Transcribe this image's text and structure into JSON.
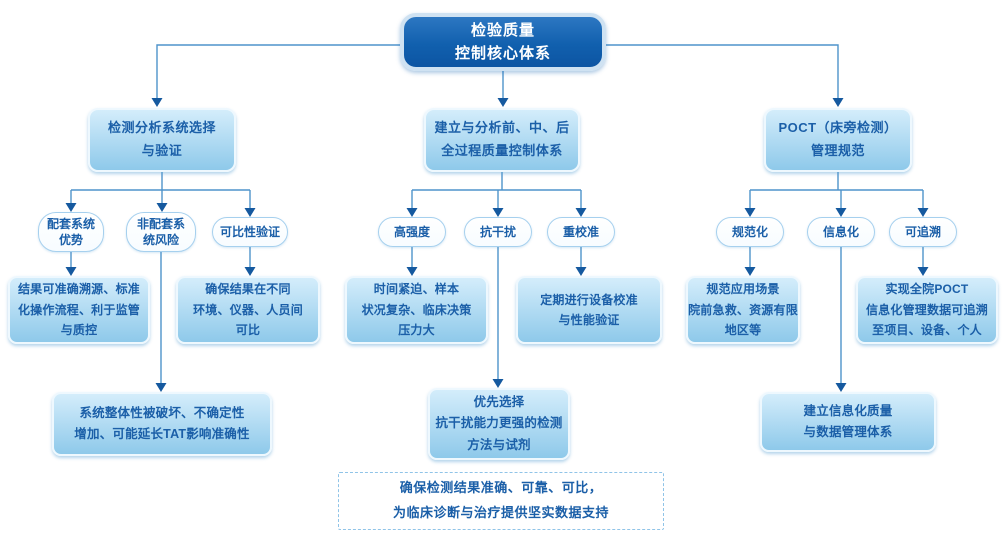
{
  "colors": {
    "root_fill": "#1160ae",
    "root_border": "#cfe2f2",
    "node_gradient_top": "#d4edfb",
    "node_gradient_bottom": "#8ec9ea",
    "node_text": "#1b5fa8",
    "pill_border": "#a6d0ee",
    "line": "#4e93cb",
    "arrow": "#15599f",
    "dashed_border": "#90c4e8"
  },
  "root": {
    "title": "检验质量\n控制核心体系"
  },
  "branches": [
    {
      "header": "检测分析系统选择\n与验证",
      "pills": [
        "配套系统\n优势",
        "非配套系\n统风险",
        "可比性验证"
      ],
      "details": [
        "结果可准确溯源、标准\n化操作流程、利于监管\n与质控",
        "确保结果在不同\n环境、仪器、人员间\n可比"
      ],
      "conclusion": "系统整体性被破坏、不确定性\n增加、可能延长TAT影响准确性"
    },
    {
      "header": "建立与分析前、中、后\n全过程质量控制体系",
      "pills": [
        "高强度",
        "抗干扰",
        "重校准"
      ],
      "details": [
        "时间紧迫、样本\n状况复杂、临床决策\n压力大",
        "定期进行设备校准\n与性能验证"
      ],
      "conclusion": "优先选择\n抗干扰能力更强的检测\n方法与试剂"
    },
    {
      "header": "POCT（床旁检测）\n管理规范",
      "pills": [
        "规范化",
        "信息化",
        "可追溯"
      ],
      "details": [
        "规范应用场景\n院前急救、资源有限\n地区等",
        "实现全院POCT\n信息化管理数据可追溯\n至项目、设备、个人"
      ],
      "conclusion": "建立信息化质量\n与数据管理体系"
    }
  ],
  "footer": {
    "text": "确保检测结果准确、可靠、可比，\n为临床诊断与治疗提供坚实数据支持"
  }
}
